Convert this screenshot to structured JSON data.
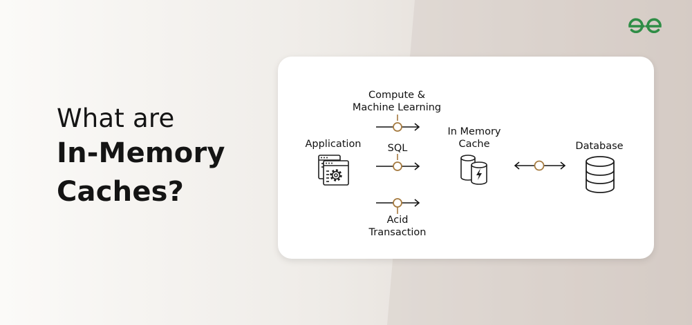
{
  "heading": {
    "line1": "What are",
    "line2": "In-Memory",
    "line3": "Caches?"
  },
  "brand": {
    "color": "#2f8d46"
  },
  "diagram": {
    "application_label": "Application",
    "paths": [
      {
        "label_line1": "Compute &",
        "label_line2": "Machine Learning"
      },
      {
        "label_line1": "SQL"
      },
      {
        "label_line1": "Acid",
        "label_line2": "Transaction"
      }
    ],
    "cache_label_line1": "In Memory",
    "cache_label_line2": "Cache",
    "database_label": "Database",
    "accent_color": "#a57a3f"
  }
}
